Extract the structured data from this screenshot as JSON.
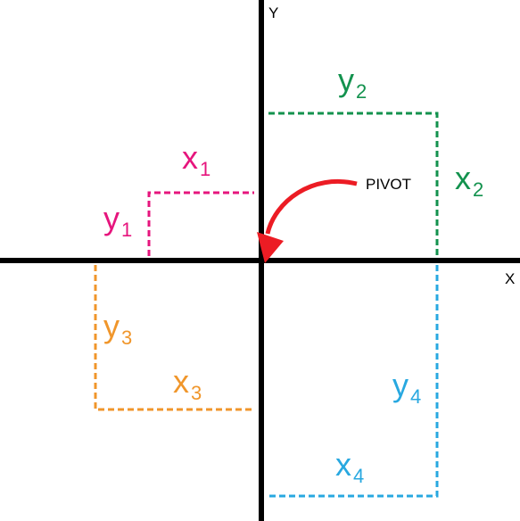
{
  "colors": {
    "q1": "#e6157d",
    "q2": "#13924e",
    "q3": "#f0962b",
    "q4": "#28a8e0",
    "arrow": "#ec1c24",
    "axis": "#000000"
  },
  "axes": {
    "x_label": "X",
    "y_label": "Y"
  },
  "pivot_label": "PIVOT",
  "quadrant1": {
    "x_base": "x",
    "x_sub": "1",
    "y_base": "y",
    "y_sub": "1"
  },
  "quadrant2": {
    "x_base": "x",
    "x_sub": "2",
    "y_base": "y",
    "y_sub": "2"
  },
  "quadrant3": {
    "x_base": "x",
    "x_sub": "3",
    "y_base": "y",
    "y_sub": "3"
  },
  "quadrant4": {
    "x_base": "x",
    "x_sub": "4",
    "y_base": "y",
    "y_sub": "4"
  }
}
